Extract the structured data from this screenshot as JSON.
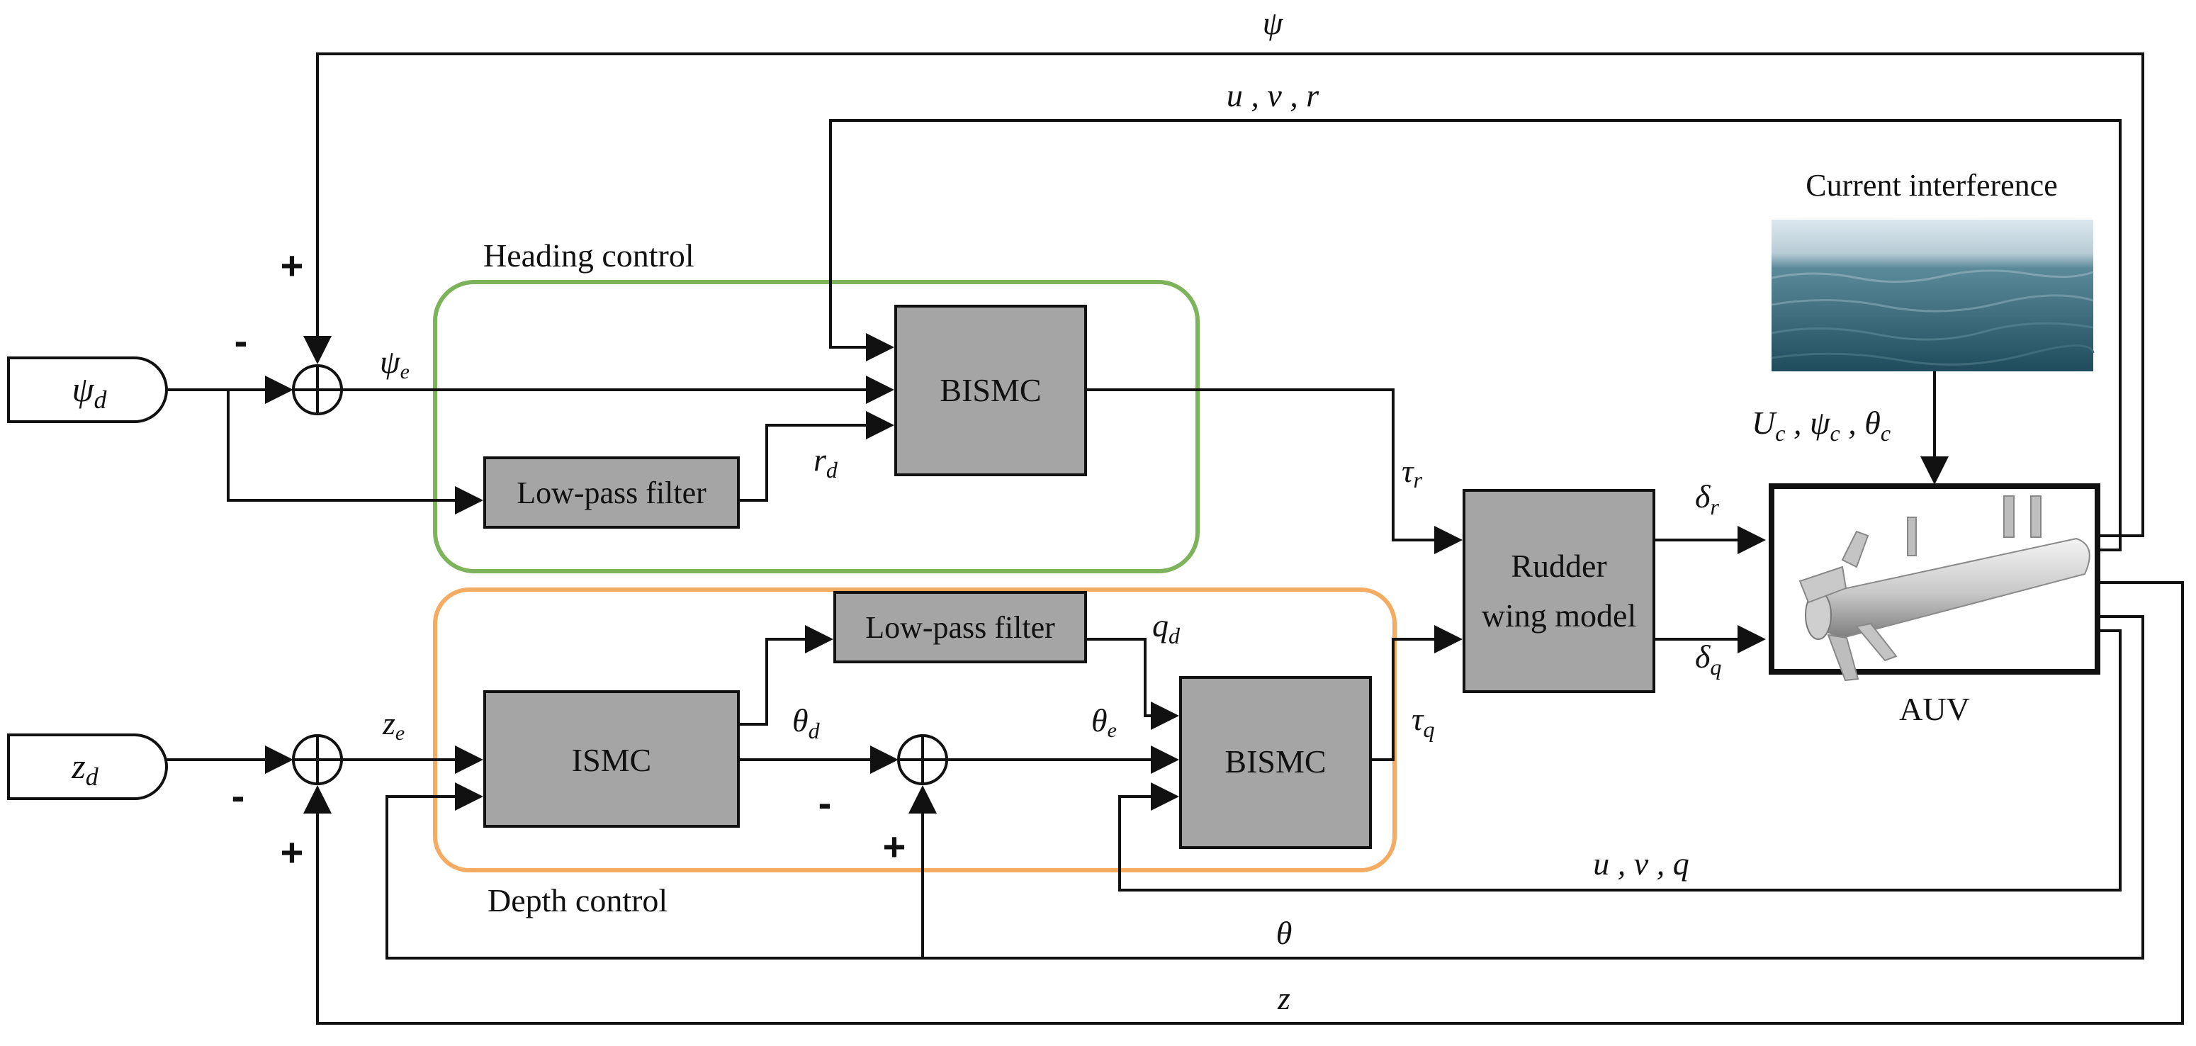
{
  "inputs": {
    "heading_ref": "ψd",
    "depth_ref": "zd"
  },
  "groups": {
    "heading": "Heading control",
    "depth": "Depth control"
  },
  "blocks": {
    "bismc_heading": "BISMC",
    "lpf_heading": "Low-pass filter",
    "ismc": "ISMC",
    "lpf_depth": "Low-pass filter",
    "bismc_depth": "BISMC",
    "rudder_line1": "Rudder",
    "rudder_line2": "wing model",
    "auv": "AUV"
  },
  "environment": {
    "title": "Current interference",
    "vars": "Uc , ψc , θc"
  },
  "signals": {
    "psi_e": "ψe",
    "r_d": "rd",
    "tau_r": "τr",
    "delta_r": "δr",
    "z_e": "ze",
    "theta_d": "θd",
    "theta_e": "θe",
    "q_d": "qd",
    "tau_q": "τq",
    "delta_q": "δq"
  },
  "feedback": {
    "psi": "ψ",
    "uvr": "u , v , r",
    "uvq": "u , v , q",
    "theta": "θ",
    "z": "z"
  },
  "signs": {
    "plus": "+",
    "minus": "-"
  },
  "colors": {
    "heading_group": "#7cb35b",
    "depth_group": "#f5ab61",
    "block_fill": "#a5a5a5",
    "water": "#3d6f80",
    "sky": "#dbe8ef"
  }
}
